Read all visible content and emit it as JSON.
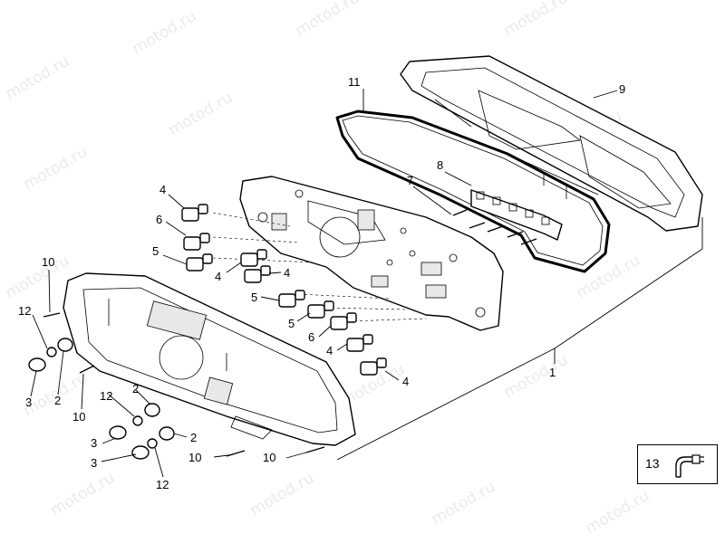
{
  "watermark": "motod.ru",
  "callouts": {
    "c1": "1",
    "c2a": "2",
    "c2b": "2",
    "c2c": "2",
    "c2d": "2",
    "c3a": "3",
    "c3b": "3",
    "c3c": "3",
    "c4a": "4",
    "c4b": "4",
    "c4c": "4",
    "c4d": "4",
    "c4e": "4",
    "c4f": "4",
    "c5a": "5",
    "c5b": "5",
    "c5c": "5",
    "c5d": "5",
    "c6a": "6",
    "c6b": "6",
    "c7": "7",
    "c8": "8",
    "c9": "9",
    "c10a": "10",
    "c10b": "10",
    "c10c": "10",
    "c10d": "10",
    "c11": "11",
    "c12a": "12",
    "c12b": "12",
    "c12c": "12"
  },
  "legend": {
    "label": "13"
  },
  "icons": {
    "legend_icon": "connector-plug-icon"
  }
}
